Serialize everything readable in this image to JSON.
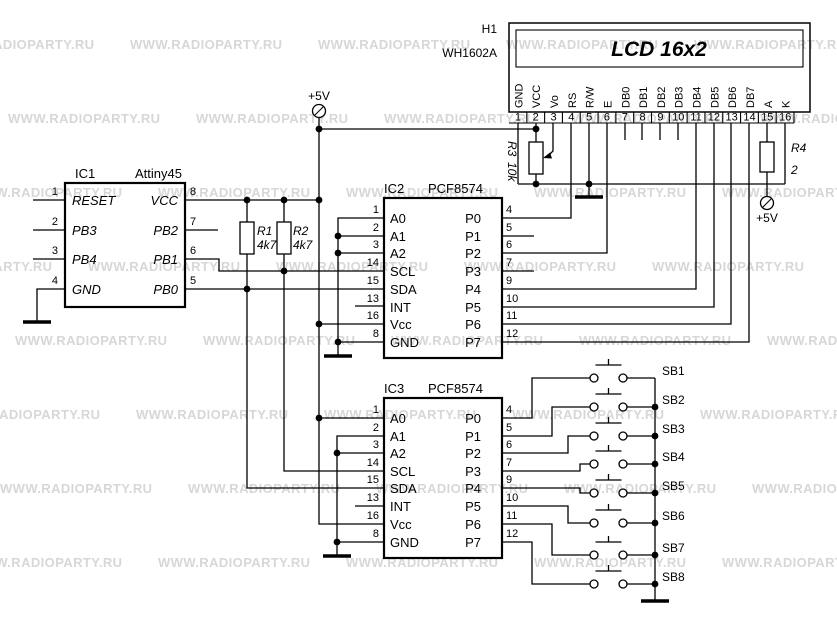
{
  "colors": {
    "line": "#000000",
    "watermark": "#d7d7d7",
    "background": "#ffffff"
  },
  "watermark": {
    "text": "WWW.RADIOPARTY.RU"
  },
  "power": {
    "top_label": "+5V",
    "backlight_label": "+5V"
  },
  "ic1": {
    "designator": "IC1",
    "part": "Attiny45",
    "left": [
      {
        "n": "1",
        "name": "RESET"
      },
      {
        "n": "2",
        "name": "PB3"
      },
      {
        "n": "3",
        "name": "PB4"
      },
      {
        "n": "4",
        "name": "GND"
      }
    ],
    "right": [
      {
        "n": "8",
        "name": "VCC"
      },
      {
        "n": "7",
        "name": "PB2"
      },
      {
        "n": "6",
        "name": "PB1"
      },
      {
        "n": "5",
        "name": "PB0"
      }
    ]
  },
  "ic2": {
    "designator": "IC2",
    "part": "PCF8574",
    "left": [
      {
        "n": "1",
        "name": "A0"
      },
      {
        "n": "2",
        "name": "A1"
      },
      {
        "n": "3",
        "name": "A2"
      },
      {
        "n": "14",
        "name": "SCL"
      },
      {
        "n": "15",
        "name": "SDA"
      },
      {
        "n": "13",
        "name": "INT"
      },
      {
        "n": "16",
        "name": "Vcc"
      },
      {
        "n": "8",
        "name": "GND"
      }
    ],
    "right": [
      {
        "n": "4",
        "name": "P0"
      },
      {
        "n": "5",
        "name": "P1"
      },
      {
        "n": "6",
        "name": "P2"
      },
      {
        "n": "7",
        "name": "P3"
      },
      {
        "n": "9",
        "name": "P4"
      },
      {
        "n": "10",
        "name": "P5"
      },
      {
        "n": "11",
        "name": "P6"
      },
      {
        "n": "12",
        "name": "P7"
      }
    ]
  },
  "ic3": {
    "designator": "IC3",
    "part": "PCF8574",
    "left": [
      {
        "n": "1",
        "name": "A0"
      },
      {
        "n": "2",
        "name": "A1"
      },
      {
        "n": "3",
        "name": "A2"
      },
      {
        "n": "14",
        "name": "SCL"
      },
      {
        "n": "15",
        "name": "SDA"
      },
      {
        "n": "13",
        "name": "INT"
      },
      {
        "n": "16",
        "name": "Vcc"
      },
      {
        "n": "8",
        "name": "GND"
      }
    ],
    "right": [
      {
        "n": "4",
        "name": "P0"
      },
      {
        "n": "5",
        "name": "P1"
      },
      {
        "n": "6",
        "name": "P2"
      },
      {
        "n": "7",
        "name": "P3"
      },
      {
        "n": "9",
        "name": "P4"
      },
      {
        "n": "10",
        "name": "P5"
      },
      {
        "n": "11",
        "name": "P6"
      },
      {
        "n": "12",
        "name": "P7"
      }
    ]
  },
  "lcd": {
    "designator": "H1",
    "model": "WH1602A",
    "title": "LCD 16x2",
    "pins": [
      {
        "n": "1",
        "name": "GND"
      },
      {
        "n": "2",
        "name": "VCC"
      },
      {
        "n": "3",
        "name": "Vo"
      },
      {
        "n": "4",
        "name": "RS"
      },
      {
        "n": "5",
        "name": "R/W"
      },
      {
        "n": "6",
        "name": "E"
      },
      {
        "n": "7",
        "name": "DB0"
      },
      {
        "n": "8",
        "name": "DB1"
      },
      {
        "n": "9",
        "name": "DB2"
      },
      {
        "n": "10",
        "name": "DB3"
      },
      {
        "n": "11",
        "name": "DB4"
      },
      {
        "n": "12",
        "name": "DB5"
      },
      {
        "n": "13",
        "name": "DB6"
      },
      {
        "n": "14",
        "name": "DB7"
      },
      {
        "n": "15",
        "name": "A"
      },
      {
        "n": "16",
        "name": "K"
      }
    ]
  },
  "resistors": {
    "r1": {
      "name": "R1",
      "value": "4k7"
    },
    "r2": {
      "name": "R2",
      "value": "4k7"
    },
    "r3": {
      "name": "R3",
      "value": "10k"
    },
    "r4": {
      "name": "R4",
      "value": "2"
    }
  },
  "buttons": [
    {
      "name": "SB1"
    },
    {
      "name": "SB2"
    },
    {
      "name": "SB3"
    },
    {
      "name": "SB4"
    },
    {
      "name": "SB5"
    },
    {
      "name": "SB6"
    },
    {
      "name": "SB7"
    },
    {
      "name": "SB8"
    }
  ]
}
